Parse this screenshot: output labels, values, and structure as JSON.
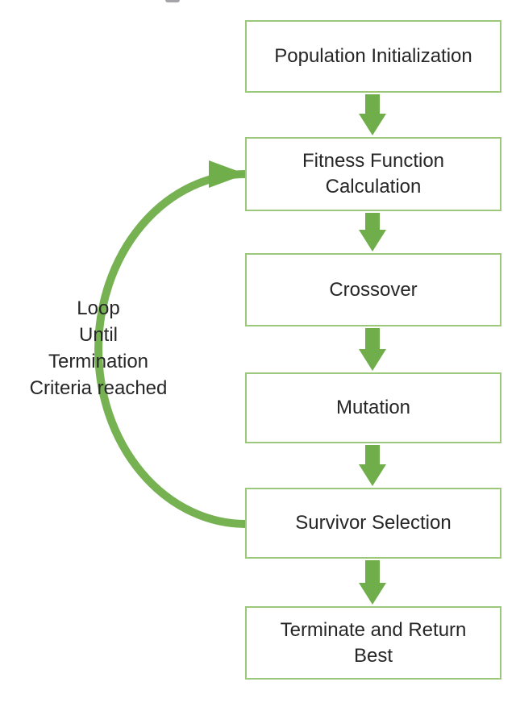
{
  "diagram": {
    "type": "flowchart",
    "subject": "Genetic Algorithm process",
    "nodes": [
      {
        "id": "population-initialization",
        "label": "Population Initialization"
      },
      {
        "id": "fitness-function-calculation",
        "label": "Fitness Function Calculation"
      },
      {
        "id": "crossover",
        "label": "Crossover"
      },
      {
        "id": "mutation",
        "label": "Mutation"
      },
      {
        "id": "survivor-selection",
        "label": "Survivor Selection"
      },
      {
        "id": "terminate-and-return-best",
        "label": "Terminate and Return Best"
      }
    ],
    "edges": [
      {
        "from": "population-initialization",
        "to": "fitness-function-calculation",
        "type": "arrow-down"
      },
      {
        "from": "fitness-function-calculation",
        "to": "crossover",
        "type": "arrow-down"
      },
      {
        "from": "crossover",
        "to": "mutation",
        "type": "arrow-down"
      },
      {
        "from": "mutation",
        "to": "survivor-selection",
        "type": "arrow-down"
      },
      {
        "from": "survivor-selection",
        "to": "terminate-and-return-best",
        "type": "arrow-down"
      },
      {
        "from": "survivor-selection",
        "to": "fitness-function-calculation",
        "type": "loop-arc",
        "label": "Loop Until Termination Criteria reached"
      }
    ],
    "loop_label": {
      "lines": {
        "0": "Loop",
        "1": "Until",
        "2": "Termination",
        "3": "Criteria reached"
      }
    },
    "colors": {
      "arrow_green": "#6FAE4A",
      "loop_arc_green": "#76B152",
      "box_border_green": "#9CC87C",
      "box_fill": "#FFFFFF",
      "text": "#262626",
      "background": "#FFFFFF"
    }
  }
}
